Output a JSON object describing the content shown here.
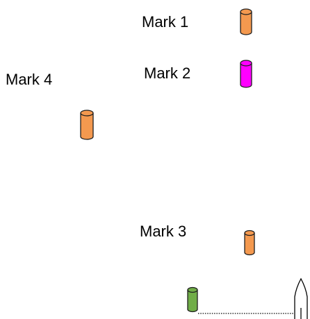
{
  "marks": [
    {
      "id": "mark-1",
      "label": "Mark 1",
      "color": "#F4994F"
    },
    {
      "id": "mark-2",
      "label": "Mark 2",
      "color": "#FF00FF"
    },
    {
      "id": "mark-3",
      "label": "Mark 3",
      "color": "#F4994F"
    },
    {
      "id": "mark-4",
      "label": "Mark 4",
      "color": "#F4994F"
    }
  ],
  "boat_marker": {
    "color": "#70AD47"
  },
  "colors": {
    "outline": "#1F1F1F",
    "line": "#000000",
    "background": "#FFFFFF"
  }
}
